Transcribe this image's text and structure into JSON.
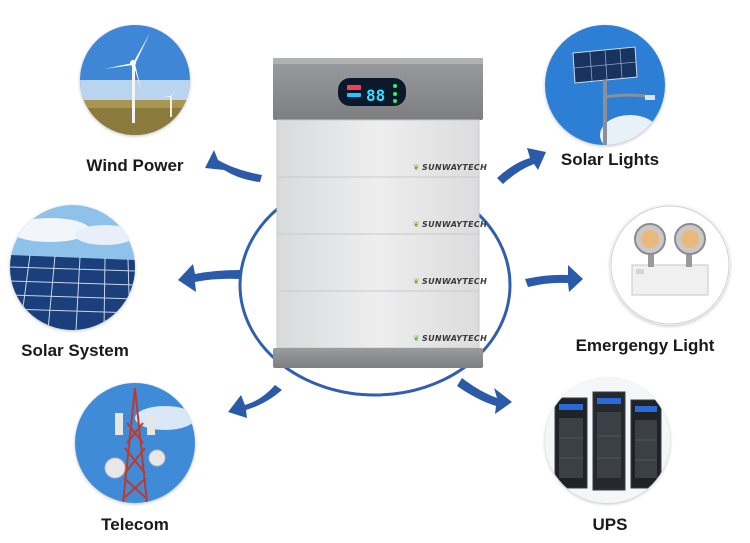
{
  "brand": {
    "name": "SUNWAYTECH",
    "leaf_color": "#79b53c"
  },
  "display": {
    "readout": "88"
  },
  "colors": {
    "arrow": "#2b5aa8",
    "ring": "#2f5faf",
    "panel": "#e6e7e8",
    "cap": "#8a8c8f"
  },
  "applications": [
    {
      "label": "Wind Power",
      "icon": "wind-turbine-icon"
    },
    {
      "label": "Solar System",
      "icon": "solar-panel-icon"
    },
    {
      "label": "Telecom",
      "icon": "telecom-tower-icon"
    },
    {
      "label": "Solar Lights",
      "icon": "solar-streetlight-icon"
    },
    {
      "label": "Emergengy Light",
      "icon": "emergency-light-icon"
    },
    {
      "label": "UPS",
      "icon": "ups-server-icon"
    }
  ]
}
